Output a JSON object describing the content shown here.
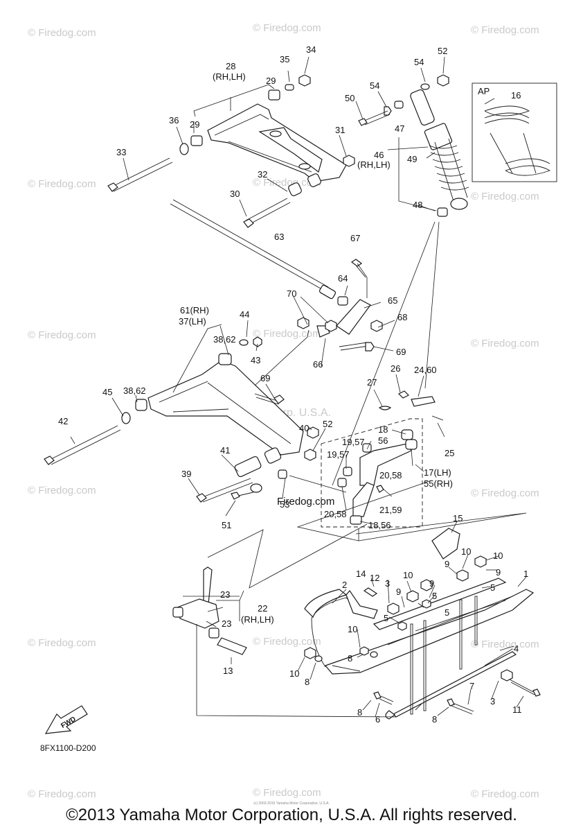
{
  "watermark": "© Firedog.com",
  "center_watermark": "Yamaha Motor Corp. U.S.A.",
  "firedog_text": "Firedog.com",
  "diagram_code": "8FX1100-D200",
  "fwd_label": "FWD",
  "footer": "©2013 Yamaha Motor Corporation, U.S.A. All rights reserved.",
  "tiny_copyright": "(c) 2003-2015 Yamaha Motor Corporation, U.S.A.",
  "inset_label": "AP",
  "callouts": {
    "c28": "28",
    "rhlh_28": "(RH,LH)",
    "c35": "35",
    "c34": "34",
    "c29a": "29",
    "c29b": "29",
    "c36": "36",
    "c33": "33",
    "c31": "31",
    "c32": "32",
    "c30": "30",
    "c52a": "52",
    "c54a": "54",
    "c54b": "54",
    "c50": "50",
    "c47": "47",
    "c46": "46",
    "rhlh_46": "(RH,LH)",
    "c49": "49",
    "c48": "48",
    "c16": "16",
    "c63": "63",
    "c67": "67",
    "c64": "64",
    "c65": "65",
    "c70": "70",
    "c68": "68",
    "c66": "66",
    "c69a": "69",
    "c61": "61(RH)",
    "c37": "37(LH)",
    "c44": "44",
    "c3862a": "38,62",
    "c43": "43",
    "c3862b": "38,62",
    "c45": "45",
    "c42": "42",
    "c69b": "69",
    "c27": "27",
    "c26": "26",
    "c2460": "24,60",
    "c40": "40",
    "c52b": "52",
    "c1957a": "19,57",
    "c56": "56",
    "c18": "18",
    "c1957b": "19,57",
    "c2058a": "20,58",
    "c17": "17(LH)",
    "c55": "55(RH)",
    "c25": "25",
    "c41": "41",
    "c39": "39",
    "c53": "53",
    "c51": "51",
    "c2159": "21,59",
    "c2058b": "20,58",
    "c1856": "18,56",
    "c15": "15",
    "c10a": "10",
    "c10b": "10",
    "c9a": "9",
    "c9b": "9",
    "c5a": "5",
    "c5b": "5",
    "c1": "1",
    "c14": "14",
    "c12": "12",
    "c3a": "3",
    "c10c": "10",
    "c9c": "9",
    "c9d": "9",
    "c5c": "5",
    "c5d": "5",
    "c2": "2",
    "c23a": "23",
    "c22": "22",
    "rhlh_22": "(RH,LH)",
    "c23b": "23",
    "c10d": "10",
    "c8a": "8",
    "c4": "4",
    "c10e": "10",
    "c8b": "8",
    "c13": "13",
    "c3b": "3",
    "c11": "11",
    "c7": "7",
    "c8c": "8",
    "c6": "6",
    "c8d": "8"
  }
}
